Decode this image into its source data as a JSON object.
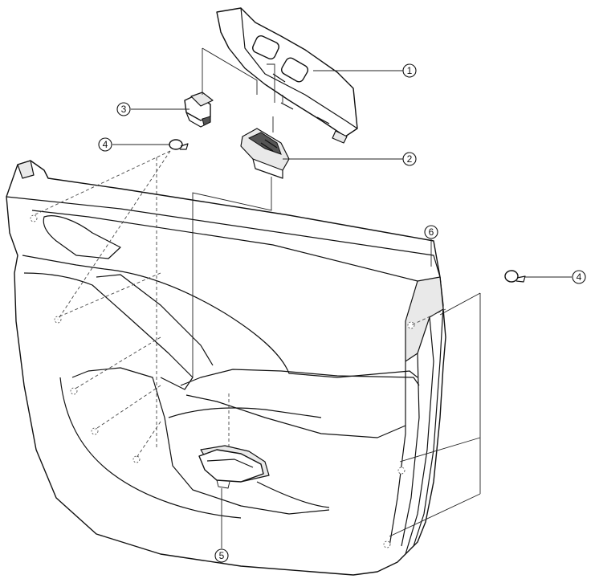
{
  "callouts": [
    {
      "id": "c1",
      "label": "1"
    },
    {
      "id": "c2",
      "label": "2"
    },
    {
      "id": "c3",
      "label": "3"
    },
    {
      "id": "c4a",
      "label": "4"
    },
    {
      "id": "c4b",
      "label": "4"
    },
    {
      "id": "c5",
      "label": "5"
    },
    {
      "id": "c6",
      "label": "6"
    }
  ]
}
